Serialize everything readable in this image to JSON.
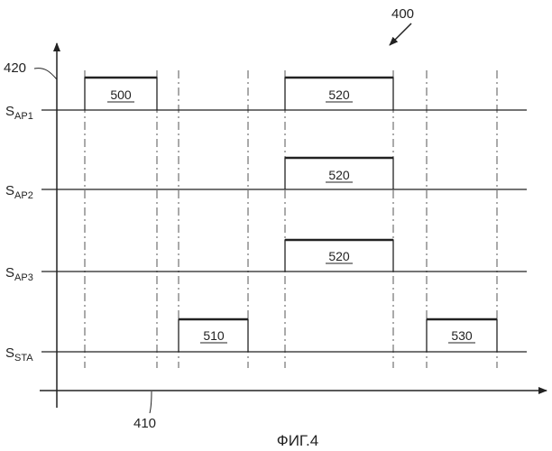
{
  "diagram": {
    "ref_diagram": "400",
    "ref_y_axis": "420",
    "ref_x_axis": "410",
    "figure_caption": "ФИГ.4",
    "signals": [
      {
        "main": "S",
        "sub": "AP1"
      },
      {
        "main": "S",
        "sub": "AP2"
      },
      {
        "main": "S",
        "sub": "AP3"
      },
      {
        "main": "S",
        "sub": "STA"
      }
    ],
    "pulses": [
      {
        "label": "500"
      },
      {
        "label": "520"
      },
      {
        "label": "520"
      },
      {
        "label": "520"
      },
      {
        "label": "510"
      },
      {
        "label": "530"
      }
    ]
  }
}
